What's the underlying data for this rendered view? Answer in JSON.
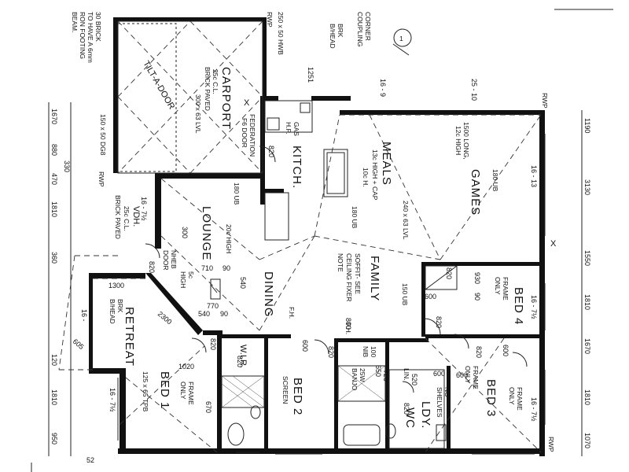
{
  "plan": {
    "sheet_number": "1",
    "rooms": {
      "carport": [
        "CARPORT",
        "25c C.L.",
        "BRICK PAVED",
        "300 x 63 LVL"
      ],
      "tilt_door": "TILT-A-DOOR",
      "kitchen": "KITCH.",
      "meals": [
        "MEALS",
        "13c HIGH + CAP",
        "10c H."
      ],
      "games": [
        "GAMES",
        "1500 LONG,",
        "12c HIGH"
      ],
      "lounge": [
        "LOUNGE",
        "20c HIGH"
      ],
      "dining": "DINING",
      "family": [
        "FAMILY",
        "SOFFIT- SEE",
        "CEILING FIXER",
        "NOTE"
      ],
      "retreat": "RETREAT",
      "bed1": "BED 1",
      "bed2": "BED 2",
      "bed3": "BED 3",
      "bed4": "BED 4",
      "wir": "W.I.R.",
      "ldy": "LDY.",
      "wc": "WC",
      "verandah": [
        "VDH.",
        "25c C.L.",
        "BRICK PAVED"
      ]
    },
    "notes": {
      "brick_note": [
        "30 BRICK",
        "TO HAVE A 6mm",
        "RON FOOTING",
        "BEAM."
      ],
      "rwp": "RWP",
      "beam": "250 x 50 HWB",
      "corner": [
        "CORNER",
        "COUPLING"
      ],
      "brk_head": [
        "BRK",
        "B/HEAD"
      ],
      "federation": [
        "FEDERATION",
        "F6 DOOR"
      ],
      "gas": [
        "GAS",
        "H.P."
      ],
      "post": "150 x 50 DG8",
      "lvl": "240 x 63 LVL",
      "ub180": "180 UB",
      "ub150": "150 UB",
      "nheb_door": [
        "NHEB",
        "DOOR"
      ],
      "nheb_high": [
        "5c",
        "HIGH"
      ],
      "frame_only": [
        "FRAME",
        "ONLY"
      ],
      "tpb": "125 x 65 TPB",
      "screen": "SCREEN",
      "banjo": [
        "25W",
        "BANJO"
      ],
      "no_shelves": [
        "NO",
        "SHELVES"
      ],
      "lin": "LIN.",
      "retreat_head": [
        "BRK",
        "B/HEAD"
      ],
      "ub_nib": [
        "100",
        "NIB"
      ],
      "fh": "F.H."
    },
    "dimensions": {
      "left": [
        "1670",
        "880",
        "470",
        "1810",
        "360",
        "120",
        "1810",
        "950"
      ],
      "left_total": "330",
      "right": [
        "1190",
        "3130",
        "1550",
        "1810",
        "1670",
        "1810",
        "1070"
      ],
      "top": [
        "1251",
        "16 - 9",
        "25 - 10",
        "16 - 13"
      ],
      "inner": [
        "820",
        "820",
        "820",
        "820",
        "820",
        "820",
        "820",
        "820",
        "600",
        "600",
        "600",
        "930",
        "90",
        "710",
        "90",
        "770",
        "540",
        "90",
        "540",
        "300",
        "1300",
        "2300",
        "605",
        "1020",
        "670",
        "820",
        "650",
        "800",
        "600",
        "720",
        "520",
        "600",
        "16 - 7½",
        "16 - 7½",
        "16 - 7½",
        "16 - 7½",
        "16 - 7½",
        "16 -",
        "52"
      ]
    }
  }
}
